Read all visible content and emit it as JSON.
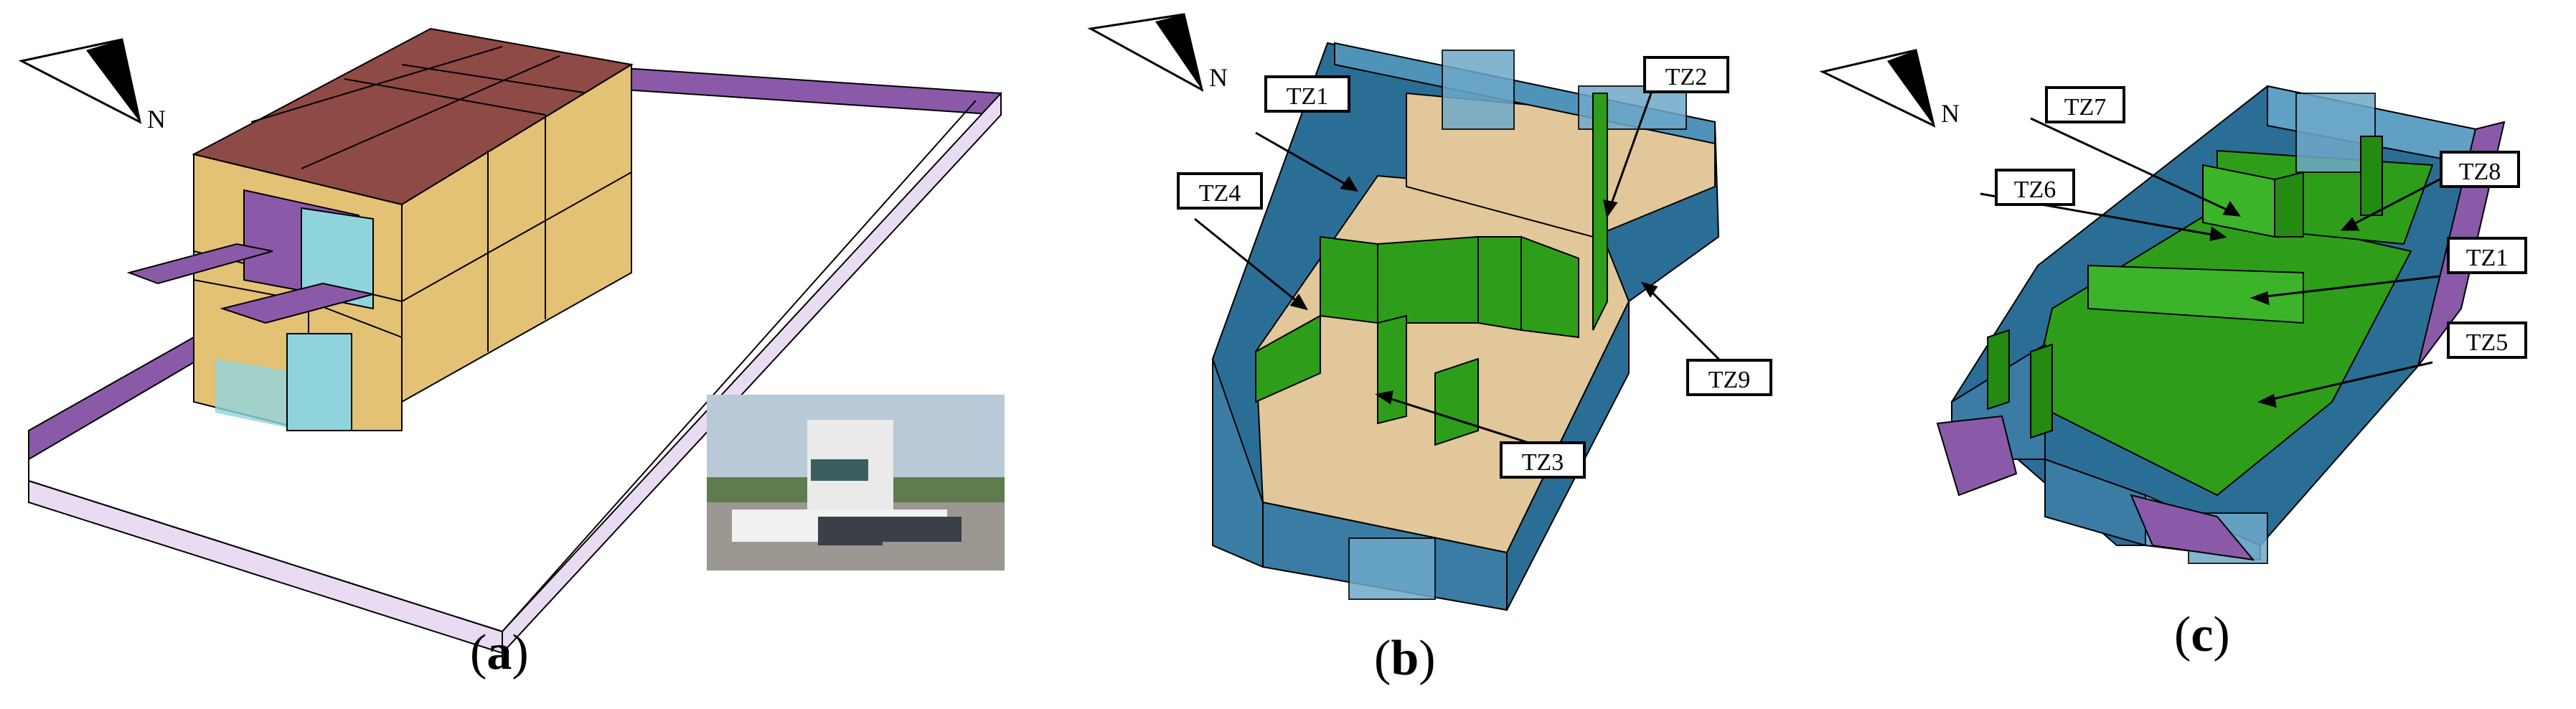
{
  "panels": {
    "a": {
      "caption_open": "(",
      "caption_letter": "a",
      "caption_close": ")",
      "north_label": "N"
    },
    "b": {
      "caption_open": "(",
      "caption_letter": "b",
      "caption_close": ")",
      "north_label": "N",
      "zones": [
        "TZ1",
        "TZ2",
        "TZ4",
        "TZ9",
        "TZ3"
      ]
    },
    "c": {
      "caption_open": "(",
      "caption_letter": "c",
      "caption_close": ")",
      "north_label": "N",
      "zones": [
        "TZ7",
        "TZ8",
        "TZ6",
        "TZ1",
        "TZ5"
      ]
    }
  },
  "colors": {
    "wall_yellow": "#e3c175",
    "roof_red": "#8e4a45",
    "purple": "#8a5aa8",
    "lavender": "#e9dcf2",
    "glass": "#8fd3dd",
    "facade_blue": "#2b6e95",
    "floor_tan": "#e2c79a",
    "partition_green": "#2e9e1a"
  }
}
